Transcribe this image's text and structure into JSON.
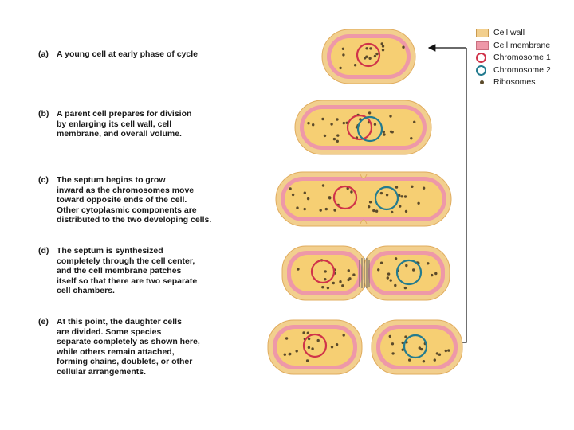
{
  "steps": [
    {
      "letter": "(a)",
      "text": "A young cell at early phase of cycle"
    },
    {
      "letter": "(b)",
      "text": "A parent cell prepares for division\nby enlarging its cell wall, cell\nmembrane, and overall volume."
    },
    {
      "letter": "(c)",
      "text": "The septum begins to grow\ninward as the chromosomes move\ntoward opposite ends of the cell.\nOther cytoplasmic components are\ndistributed to the two developing cells."
    },
    {
      "letter": "(d)",
      "text": "The septum is synthesized\ncompletely through the cell center,\nand the cell membrane patches\nitself so that there are two separate\ncell chambers."
    },
    {
      "letter": "(e)",
      "text": "At this point, the daughter cells\nare divided. Some species\nseparate completely as shown here,\nwhile others remain attached,\nforming chains, doublets, or other\ncellular arrangements."
    }
  ],
  "legend": [
    {
      "label": "Cell wall",
      "icon": "cell-wall-swatch",
      "color": "#f2cf8e"
    },
    {
      "label": "Cell membrane",
      "icon": "cell-membrane-swatch",
      "color": "#ee98a8"
    },
    {
      "label": "Chromosome 1",
      "icon": "chromosome-1-ring",
      "color": "#d0334a"
    },
    {
      "label": "Chromosome 2",
      "icon": "chromosome-2-ring",
      "color": "#237b8f"
    },
    {
      "label": "Ribosomes",
      "icon": "ribosome-dot",
      "color": "#5b4a2a"
    }
  ],
  "colors": {
    "wall": "#f2cf8e",
    "wall_edge": "#e0ac5e",
    "membrane": "#ee98a8",
    "cytoplasm": "#f6cf73",
    "chromosome1": "#d0334a",
    "chromosome2": "#237b8f",
    "ribosome": "#5b4a2a"
  }
}
